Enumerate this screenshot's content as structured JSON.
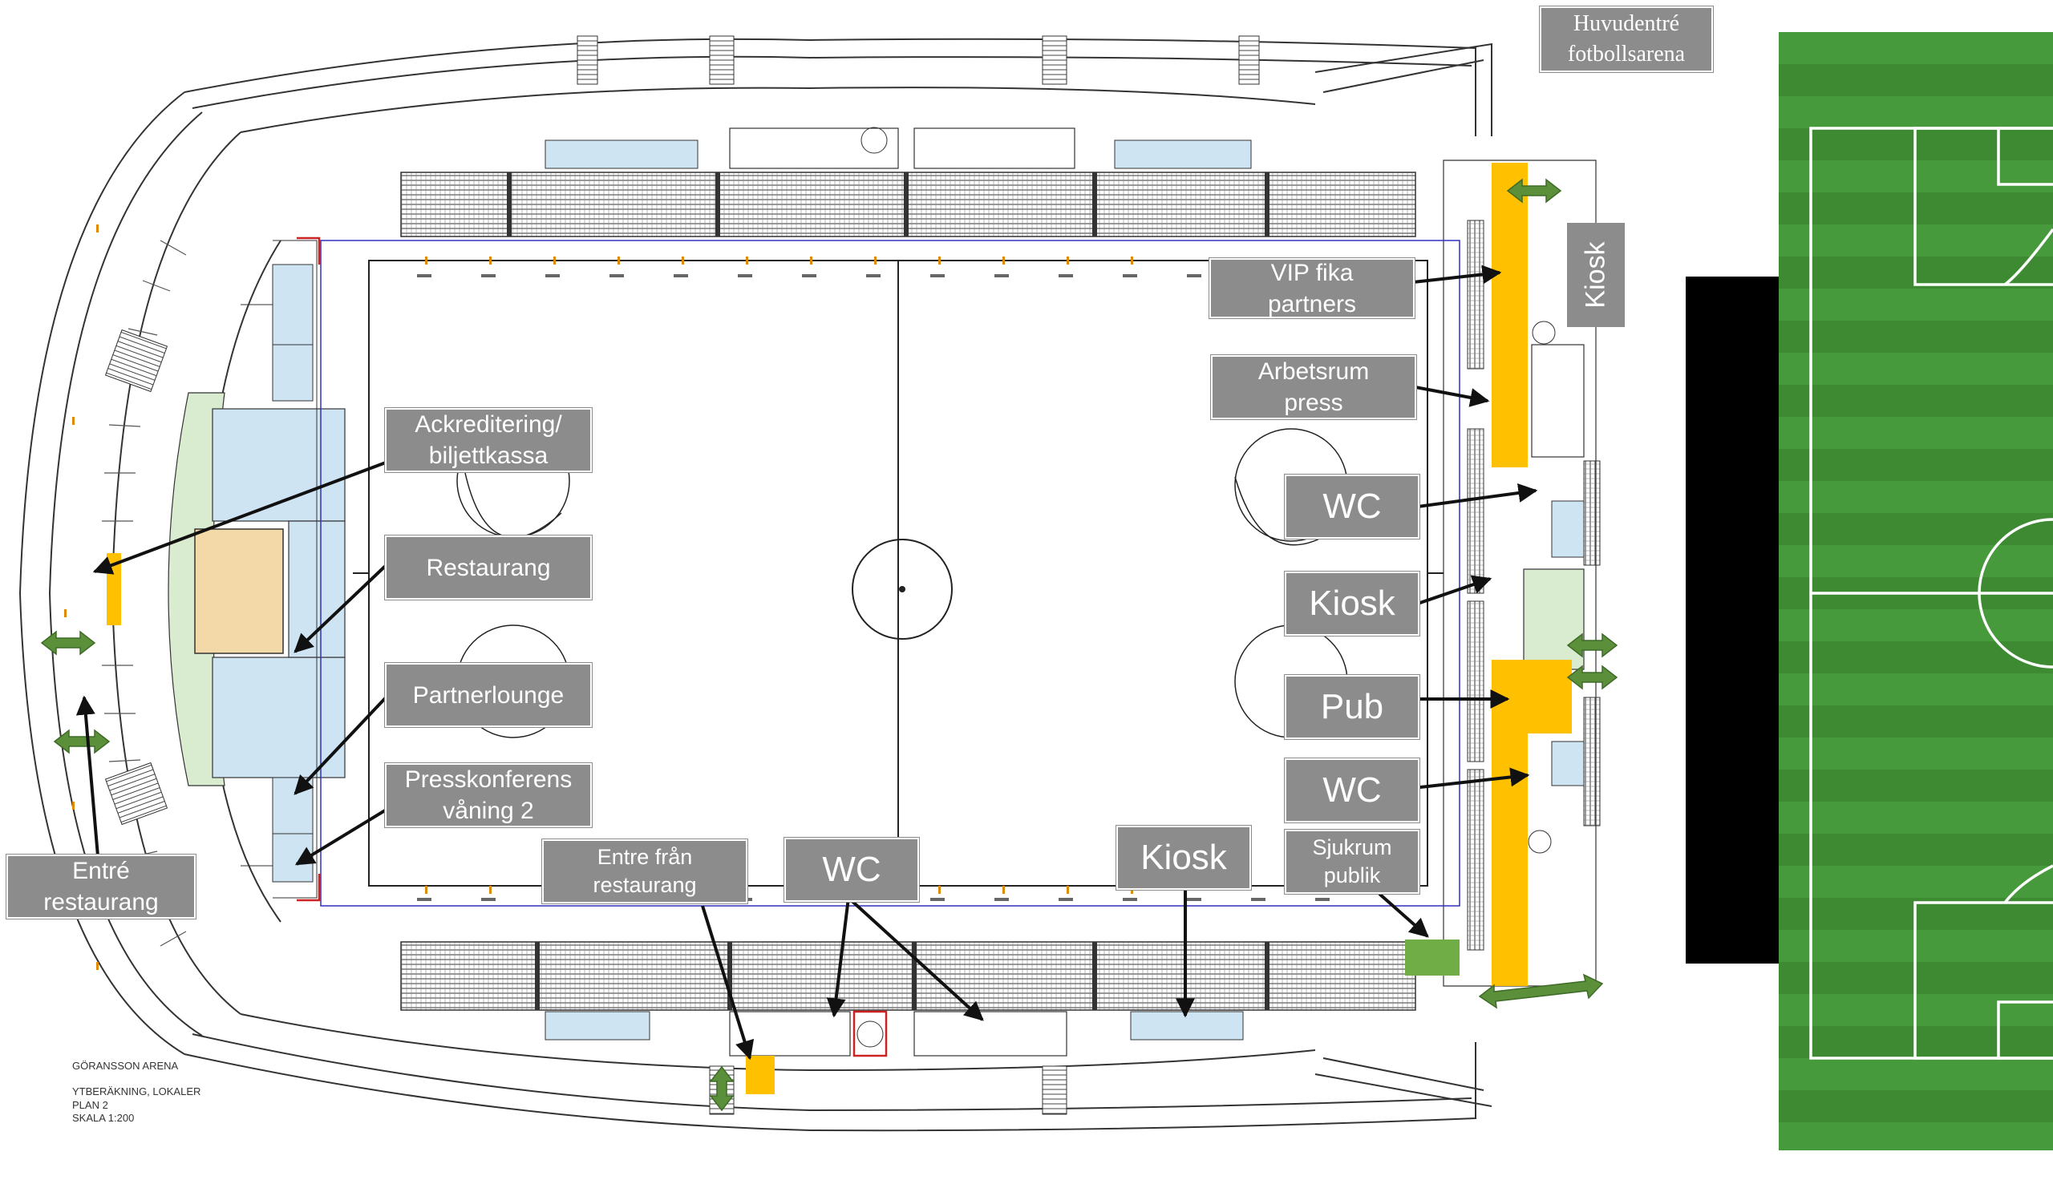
{
  "title_block": {
    "name": "GÖRANSSON ARENA",
    "line1": "YTBERÄKNING, LOKALER",
    "line2": "PLAN 2",
    "line3": "SKALA 1:200"
  },
  "labels": {
    "main_entrance": "Huvudentré\nfotbollsarena",
    "vip": "VIP fika\npartners",
    "kiosk_vertical": "Kiosk",
    "press_work": "Arbetsrum\npress",
    "wc_east_top": "WC",
    "kiosk_east": "Kiosk",
    "pub": "Pub",
    "wc_east_bottom": "WC",
    "sick_room": "Sjukrum\npublik",
    "kiosk_south": "Kiosk",
    "wc_south": "WC",
    "restaurant_entrance": "Entre från\nrestaurang",
    "accreditation": "Ackreditering/\nbiljettkassa",
    "restaurant": "Restaurang",
    "partner_lounge": "Partnerlounge",
    "press_conference": "Presskonferens\nvåning 2",
    "restaurant_entry": "Entré\nrestaurang"
  },
  "colors": {
    "label_bg": "#8c8c8c",
    "orange": "#ffc000",
    "green_arrow": "#5b8f3a",
    "green_room": "#70ad47",
    "pitch_green": "#3f8a33",
    "light_blue": "#cfe4f3",
    "light_green": "#d9ecd0",
    "tan": "#f4d9a8",
    "black_block": "#000000"
  },
  "icons": {
    "arrow": "arrow-icon",
    "double_arrow": "double-arrow-icon"
  }
}
